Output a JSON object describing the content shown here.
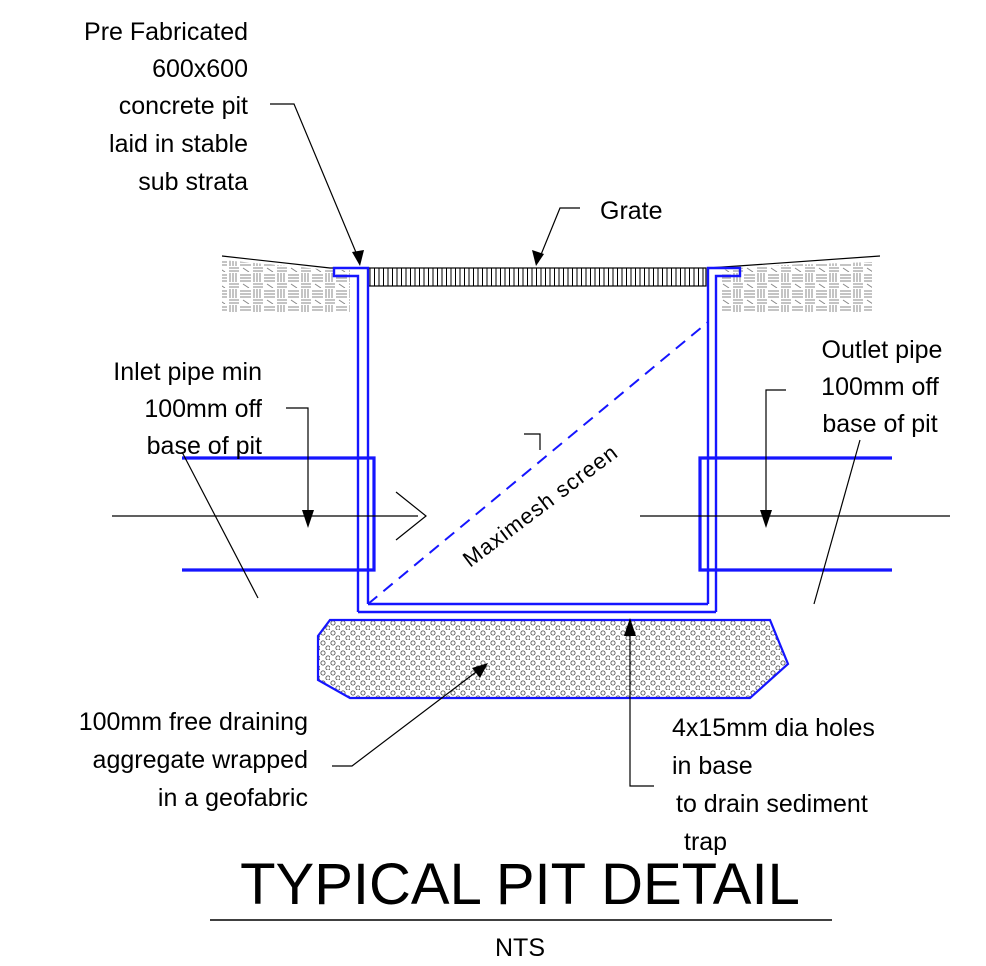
{
  "labels": {
    "pit": [
      "Pre Fabricated",
      "600x600",
      "concrete pit",
      "laid in stable",
      "sub strata"
    ],
    "grate": "Grate",
    "inlet": [
      "Inlet pipe min",
      "100mm off",
      "base of pit"
    ],
    "outlet": [
      "Outlet pipe",
      "100mm off",
      "base of pit"
    ],
    "screen": "Maximesh screen",
    "aggregate": [
      "100mm free draining",
      "aggregate wrapped",
      "in a geofabric"
    ],
    "holes": [
      "4x15mm dia holes",
      "in base",
      "to drain sediment",
      "trap"
    ]
  },
  "title": "TYPICAL PIT DETAIL",
  "subtitle": "NTS",
  "colors": {
    "pit": "#1515ff",
    "linework": "#000000",
    "background": "#ffffff"
  }
}
